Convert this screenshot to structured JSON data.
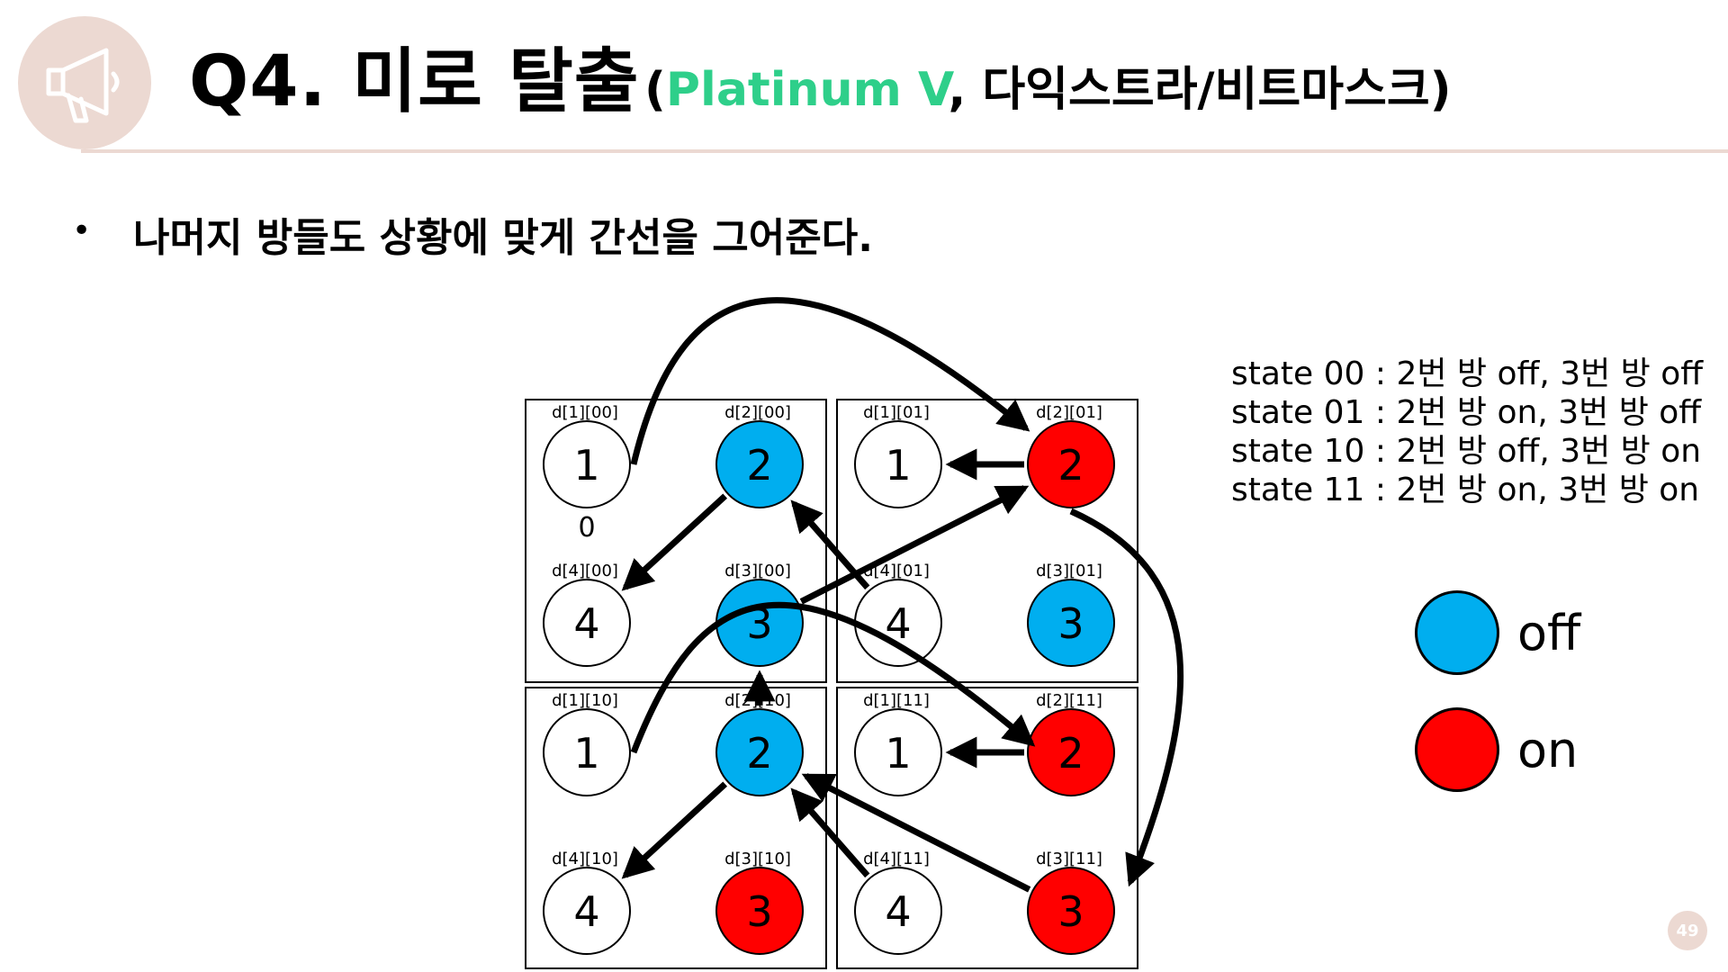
{
  "header": {
    "title_main": "Q4. 미로 탈출",
    "title_open": "(",
    "title_accent": "Platinum V",
    "title_rest": ", 다익스트라/비트마스크)",
    "megaphone_icon": "megaphone-icon"
  },
  "bullet": {
    "marker": "•",
    "text": "나머지 방들도 상황에 맞게 간선을 그어준다."
  },
  "colors": {
    "off": "#00aeef",
    "on": "#ff0000",
    "none": "#ffffff",
    "accent": "#2ecf8a",
    "logo_bg": "#ecd9d2"
  },
  "states": [
    "state 00 : 2번 방 off, 3번 방 off",
    "state 01 : 2번 방 on, 3번 방 off",
    "state 10 : 2번 방 off, 3번 방 on",
    "state 11 : 2번 방 on, 3번 방 on"
  ],
  "legend": [
    {
      "label": "off",
      "color": "#00aeef"
    },
    {
      "label": "on",
      "color": "#ff0000"
    }
  ],
  "diagram": {
    "panels": [
      {
        "state": "00",
        "nodes": [
          {
            "id": 1,
            "label": "1",
            "tag": "d[1][00]",
            "fill": "none"
          },
          {
            "id": 2,
            "label": "2",
            "tag": "d[2][00]",
            "fill": "off"
          },
          {
            "id": 4,
            "label": "4",
            "tag": "d[4][00]",
            "fill": "none"
          },
          {
            "id": 3,
            "label": "3",
            "tag": "d[3][00]",
            "fill": "off"
          }
        ]
      },
      {
        "state": "01",
        "nodes": [
          {
            "id": 1,
            "label": "1",
            "tag": "d[1][01]",
            "fill": "none"
          },
          {
            "id": 2,
            "label": "2",
            "tag": "d[2][01]",
            "fill": "on"
          },
          {
            "id": 4,
            "label": "4",
            "tag": "d[4][01]",
            "fill": "none"
          },
          {
            "id": 3,
            "label": "3",
            "tag": "d[3][01]",
            "fill": "off"
          }
        ]
      },
      {
        "state": "10",
        "nodes": [
          {
            "id": 1,
            "label": "1",
            "tag": "d[1][10]",
            "fill": "none"
          },
          {
            "id": 2,
            "label": "2",
            "tag": "d[2][10]",
            "fill": "off"
          },
          {
            "id": 4,
            "label": "4",
            "tag": "d[4][10]",
            "fill": "none"
          },
          {
            "id": 3,
            "label": "3",
            "tag": "d[3][10]",
            "fill": "on"
          }
        ]
      },
      {
        "state": "11",
        "nodes": [
          {
            "id": 1,
            "label": "1",
            "tag": "d[1][11]",
            "fill": "none"
          },
          {
            "id": 2,
            "label": "2",
            "tag": "d[2][11]",
            "fill": "on"
          },
          {
            "id": 4,
            "label": "4",
            "tag": "d[4][11]",
            "fill": "none"
          },
          {
            "id": 3,
            "label": "3",
            "tag": "d[3][11]",
            "fill": "on"
          }
        ]
      }
    ],
    "start_distance": "0",
    "edges": [
      {
        "from": [
          "00",
          1
        ],
        "to": [
          "01",
          2
        ]
      },
      {
        "from": [
          "00",
          2
        ],
        "to": [
          "00",
          4
        ]
      },
      {
        "from": [
          "00",
          3
        ],
        "to": [
          "01",
          2
        ]
      },
      {
        "from": [
          "01",
          2
        ],
        "to": [
          "01",
          1
        ]
      },
      {
        "from": [
          "01",
          4
        ],
        "to": [
          "00",
          2
        ]
      },
      {
        "from": [
          "01",
          2
        ],
        "to": [
          "11",
          3
        ]
      },
      {
        "from": [
          "10",
          1
        ],
        "to": [
          "11",
          2
        ]
      },
      {
        "from": [
          "10",
          2
        ],
        "to": [
          "00",
          3
        ]
      },
      {
        "from": [
          "10",
          2
        ],
        "to": [
          "10",
          4
        ]
      },
      {
        "from": [
          "11",
          2
        ],
        "to": [
          "11",
          1
        ]
      },
      {
        "from": [
          "11",
          4
        ],
        "to": [
          "10",
          2
        ]
      },
      {
        "from": [
          "11",
          3
        ],
        "to": [
          "10",
          2
        ]
      }
    ]
  },
  "page_number": "49"
}
